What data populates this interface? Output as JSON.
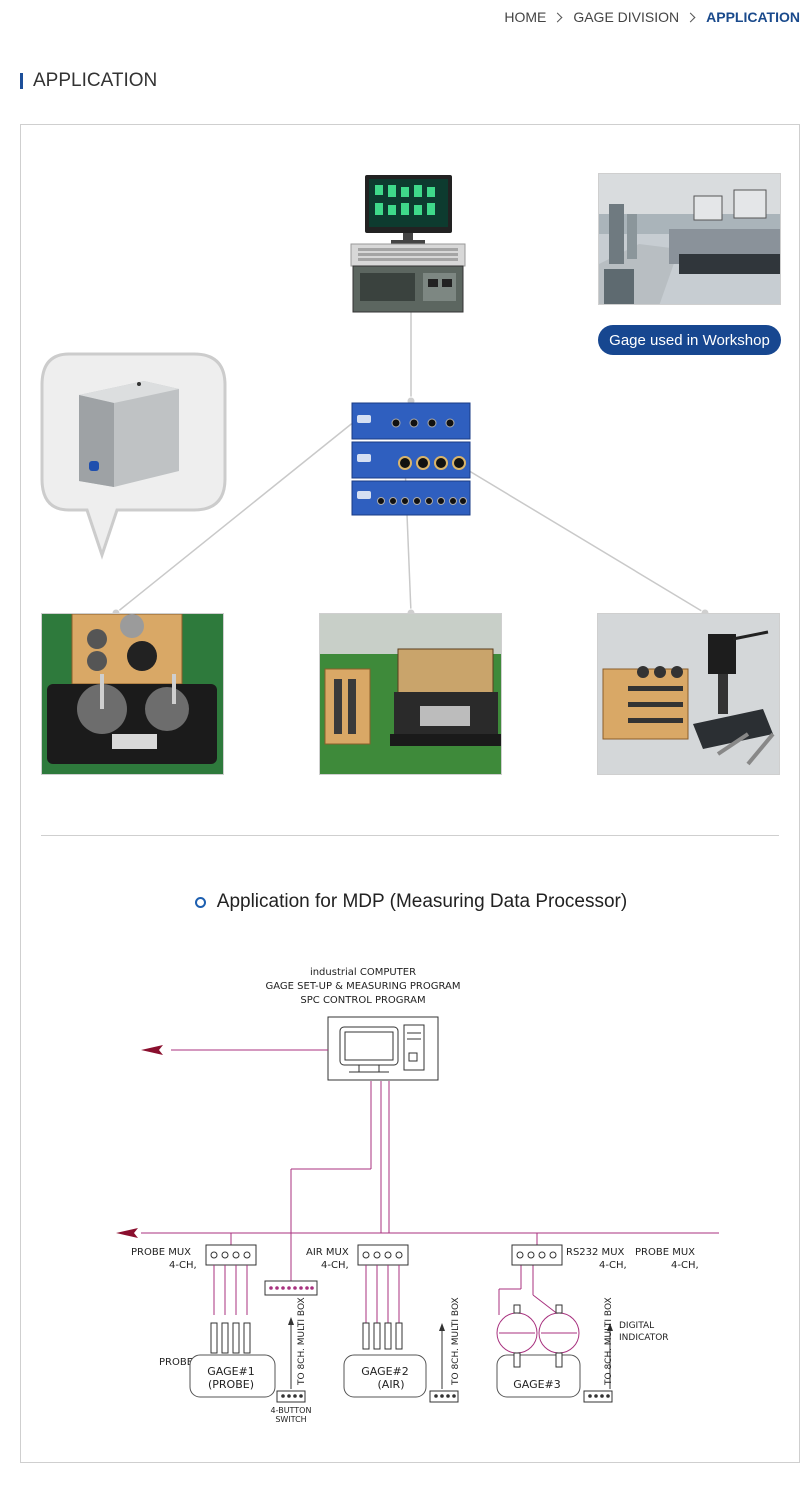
{
  "breadcrumb": {
    "home": "HOME",
    "division": "GAGE DIVISION",
    "current": "APPLICATION"
  },
  "page": {
    "title": "APPLICATION"
  },
  "badge": {
    "label": "Gage used in Workshop"
  },
  "section": {
    "title": "Application for MDP (Measuring Data Processor)"
  },
  "diagram": {
    "computer_label_1": "industrial COMPUTER",
    "computer_label_2": "GAGE SET-UP & MEASURING PROGRAM",
    "computer_label_3": "SPC CONTROL PROGRAM",
    "probe_mux": "PROBE MUX",
    "probe_mux_ch": "4-CH,",
    "air_mux": "AIR MUX",
    "air_mux_ch": "4-CH,",
    "rs232_mux": "RS232 MUX",
    "rs232_mux_ch": "4-CH,",
    "probe_mux_2": "PROBE MUX",
    "probe_mux_2_ch": "4-CH,",
    "probe": "PROBE",
    "gage1": "GAGE#1",
    "gage1_sub": "(PROBE)",
    "gage2": "GAGE#2",
    "gage2_sub": "(AIR)",
    "gage3": "GAGE#3",
    "multibox": "TO 8CH. MULTI BOX",
    "button_switch_1": "4-BUTTON",
    "button_switch_2": "SWITCH",
    "digital_1": "DIGITAL",
    "digital_2": "INDICATOR"
  }
}
